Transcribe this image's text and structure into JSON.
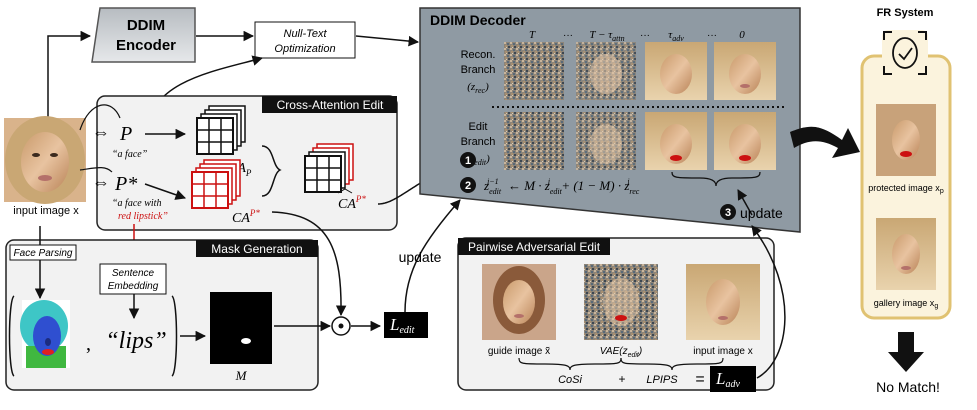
{
  "encoder": {
    "line1": "DDIM",
    "line2": "Encoder"
  },
  "null_text": {
    "line1": "Null-Text",
    "line2": "Optimization"
  },
  "decoder": {
    "title": "DDIM Decoder",
    "timesteps": [
      "T",
      "···",
      "T − τ",
      "attn",
      "···",
      "τ",
      "adv",
      "···",
      "0"
    ],
    "recon_branch": {
      "line1": "Recon.",
      "line2": "Branch",
      "var": "(z",
      "sub": "rec",
      "close": ")"
    },
    "edit_branch": {
      "line1": "Edit",
      "line2": "Branch",
      "var": "(z",
      "sub": "edit",
      "close": ")"
    },
    "badge1": "1",
    "badge2": "2",
    "badge3": "3",
    "update_eq": "z",
    "update_label": "update"
  },
  "input": {
    "label": "input image x"
  },
  "cross_attention": {
    "title": "Cross-Attention Edit",
    "p": "P",
    "p_caption": "“a face”",
    "p_star": "P*",
    "p_star_caption1": "“a face with",
    "p_star_caption2": "red lipstick”",
    "ca_p": "CA",
    "ca_p_sub": "P",
    "ca_pstar": "CA",
    "ca_pstar_sub": "P*",
    "ca_hat": "CA",
    "ca_hat_sub": "P*",
    "equiv": "⇔"
  },
  "mask_generation": {
    "title": "Mask Generation",
    "face_parsing": "Face Parsing",
    "sentence_line1": "Sentence",
    "sentence_line2": "Embedding",
    "lips": "“lips”",
    "comma": ",",
    "mask_label": "M",
    "odot": "⊙",
    "loss_edit": "L",
    "loss_edit_sub": "edit",
    "update_label": "update"
  },
  "pairwise": {
    "title": "Pairwise Adversarial Edit",
    "guide_label": "guide image x̃",
    "vae_label": "VAE(z",
    "vae_sub": "edit",
    "input_label": "input image x",
    "cosi": "CoSi",
    "plus": "+",
    "lpips": "LPIPS",
    "equals": "=",
    "loss_adv": "L",
    "loss_adv_sub": "adv"
  },
  "fr_system": {
    "title": "FR System",
    "protected_label": "protected image x",
    "protected_sub": "p",
    "gallery_label": "gallery image x",
    "gallery_sub": "g",
    "result": "No Match!"
  },
  "colors": {
    "red": "#cc1111",
    "panel": "#f2f2f2",
    "decoder": "#8f9aa3",
    "fr_bg": "#fbf3dd",
    "fr_border": "#e0c272"
  }
}
